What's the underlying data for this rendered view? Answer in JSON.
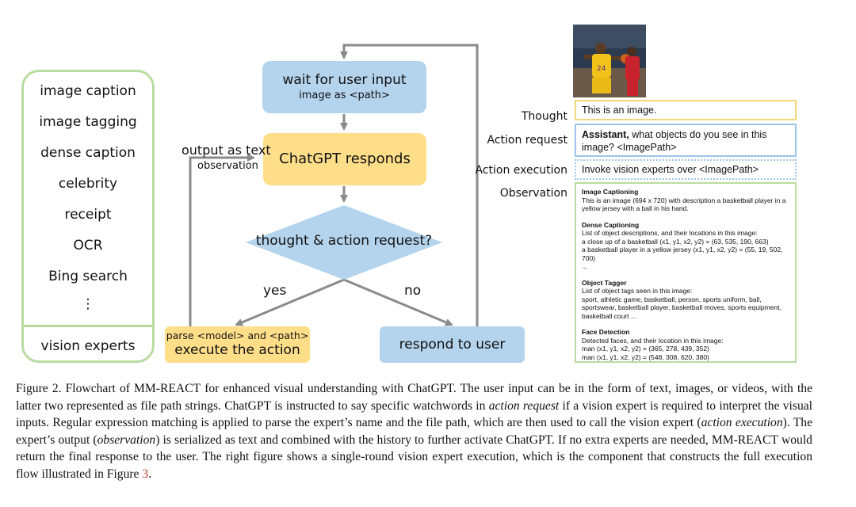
{
  "experts": {
    "items": [
      "image caption",
      "image tagging",
      "dense caption",
      "celebrity",
      "receipt",
      "OCR",
      "Bing search",
      "⋮"
    ],
    "footer": "vision experts"
  },
  "flow": {
    "wait_title": "wait for user input",
    "wait_sub": "image as <path>",
    "responds": "ChatGPT responds",
    "output_as_text": "output as text",
    "observation_label": "observation",
    "decision": "thought & action request?",
    "yes": "yes",
    "no": "no",
    "execute_sub": "parse <model> and <path>",
    "execute_title": "execute the action",
    "respond_user": "respond to user"
  },
  "panel": {
    "photo_alt": "basketball players",
    "thought_label": "Thought",
    "thought_text": "This is an image.",
    "action_request_label": "Action request",
    "action_request_bold": "Assistant,",
    "action_request_text": " what objects do you see in this image? <ImagePath>",
    "action_execution_label": "Action execution",
    "action_execution_text": "Invoke vision experts over <ImagePath>",
    "observation_label": "Observation",
    "observation_sections": [
      {
        "title": "Image Captioning",
        "lines": [
          "This is an image (694 x 720) with description a basketball player in a yellow jersey with a ball in his hand."
        ]
      },
      {
        "title": "Dense Captioning",
        "lines": [
          "List of object descriptions, and their locations in this image:",
          "a close up of a basketball (x1, y1, x2, y2) = (63, 535, 190, 663)",
          "a basketball player in a yellow jersey (x1, y1, x2, y2) = (55, 19, 502, 700)",
          "..."
        ]
      },
      {
        "title": "Object Tagger",
        "lines": [
          "List of object tags seen in this image:",
          "sport, athletic game, basketball, person, sports uniform, ball, sportswear, basketball player, basketball moves, sports equipment, basketball court ..."
        ]
      },
      {
        "title": "Face Detection",
        "lines": [
          "Detected faces, and their location in this image:",
          "man (x1, y1, x2, y2) = (365, 278, 439, 352)",
          "man (x1, y1, x2, y2) = (548, 308, 620, 380)"
        ]
      }
    ]
  },
  "caption": {
    "p1": "Figure 2. Flowchart of MM-R",
    "p1_sc": "E",
    "p1b": "A",
    "p1b_sc": "CT",
    "p2": " for enhanced visual understanding with ChatGPT. The user input can be in the form of text, images, or videos, with the latter two represented as file path strings. ChatGPT is instructed to say specific watchwords in ",
    "p2_it": "action request",
    "p3": " if a vision expert is required to interpret the visual inputs. Regular expression matching is applied to parse the expert’s name and the file path, which are then used to call the vision expert (",
    "p3_it": "action execution",
    "p4": "). The expert’s output (",
    "p4_it": "observation",
    "p5": ") is serialized as text and combined with the history to further activate ChatGPT. If no extra experts are needed, MM-R",
    "p5_sc": "E",
    "p5b": "A",
    "p5b_sc": "CT",
    "p6": " would return the final response to the user. The right figure shows a single-round vision expert execution, which is the component that constructs the full execution flow illustrated in Figure ",
    "ref": "3",
    "end": "."
  },
  "colors": {
    "blue": "#b4d3ec",
    "yellow": "#ffde8a",
    "green": "#b9dba0",
    "action_blue": "#9ec5e8",
    "thought_yellow": "#f2d77a",
    "arrow": "#8a8a8a"
  }
}
